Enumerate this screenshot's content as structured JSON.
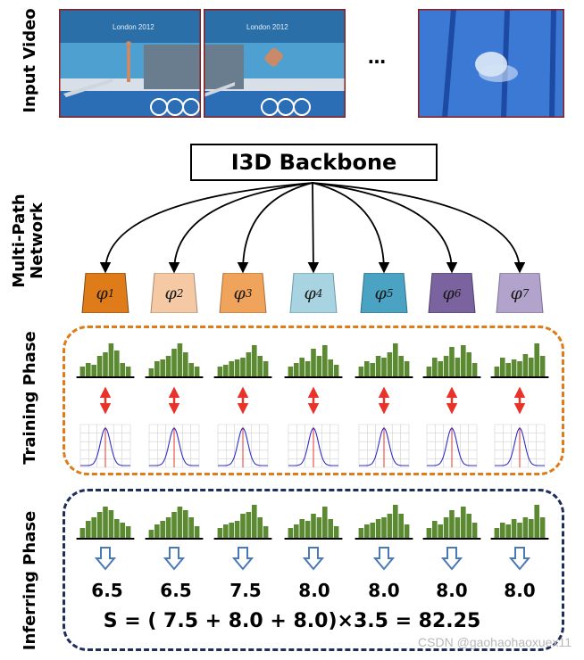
{
  "labels": {
    "input_video": "Input Video",
    "multi_path_line1": "Multi-Path",
    "multi_path_line2": "Network",
    "training": "Training Phase",
    "inferring": "Inferring Phase"
  },
  "video": {
    "frame1_text": "London 2012",
    "frame2_text": "London 2012",
    "ellipsis": "…"
  },
  "backbone": "I3D Backbone",
  "heads": [
    {
      "symbol": "φ",
      "sub": "1",
      "color": "#e07b1a"
    },
    {
      "symbol": "φ",
      "sub": "2",
      "color": "#f5c9a4"
    },
    {
      "symbol": "φ",
      "sub": "3",
      "color": "#f0a35a"
    },
    {
      "symbol": "φ",
      "sub": "4",
      "color": "#a8d3e0"
    },
    {
      "symbol": "φ",
      "sub": "5",
      "color": "#4ba3c3"
    },
    {
      "symbol": "φ",
      "sub": "6",
      "color": "#7b63a0"
    },
    {
      "symbol": "φ",
      "sub": "7",
      "color": "#b1a3cc"
    }
  ],
  "colors": {
    "training_border": "#e07b1a",
    "inferring_border": "#1f2d5a",
    "bars": "#5b8a32",
    "double_arrow": "#e8332a",
    "down_arrow": "#4a7ab5"
  },
  "training_histograms": [
    [
      0.3,
      0.4,
      0.35,
      0.6,
      0.7,
      0.95,
      0.75,
      0.4,
      0.3
    ],
    [
      0.25,
      0.45,
      0.5,
      0.6,
      0.8,
      0.95,
      0.7,
      0.4,
      0.3
    ],
    [
      0.3,
      0.35,
      0.45,
      0.5,
      0.55,
      0.7,
      0.9,
      0.6,
      0.45
    ],
    [
      0.3,
      0.4,
      0.55,
      0.45,
      0.8,
      0.6,
      0.9,
      0.5,
      0.35
    ],
    [
      0.3,
      0.45,
      0.4,
      0.6,
      0.55,
      0.7,
      0.95,
      0.6,
      0.45
    ],
    [
      0.3,
      0.55,
      0.45,
      0.6,
      0.85,
      0.55,
      0.9,
      0.7,
      0.4
    ],
    [
      0.3,
      0.55,
      0.4,
      0.5,
      0.45,
      0.65,
      0.55,
      0.95,
      0.6
    ]
  ],
  "inferring_histograms": [
    [
      0.3,
      0.5,
      0.6,
      0.75,
      0.9,
      0.8,
      0.55,
      0.45,
      0.35
    ],
    [
      0.25,
      0.4,
      0.5,
      0.6,
      0.75,
      0.9,
      0.8,
      0.6,
      0.35
    ],
    [
      0.3,
      0.4,
      0.45,
      0.5,
      0.7,
      0.75,
      0.95,
      0.6,
      0.35
    ],
    [
      0.3,
      0.4,
      0.55,
      0.5,
      0.7,
      0.6,
      0.9,
      0.55,
      0.35
    ],
    [
      0.3,
      0.4,
      0.45,
      0.55,
      0.6,
      0.7,
      0.95,
      0.7,
      0.4
    ],
    [
      0.3,
      0.5,
      0.4,
      0.6,
      0.8,
      0.6,
      0.9,
      0.7,
      0.45
    ],
    [
      0.3,
      0.45,
      0.4,
      0.55,
      0.45,
      0.6,
      0.55,
      0.95,
      0.6
    ]
  ],
  "scores": [
    "6.5",
    "6.5",
    "7.5",
    "8.0",
    "8.0",
    "8.0",
    "8.0"
  ],
  "formula": "S = ( 7.5 + 8.0 + 8.0)×3.5 = 82.25",
  "watermark": "CSDN @gaohaohaoxuex11"
}
